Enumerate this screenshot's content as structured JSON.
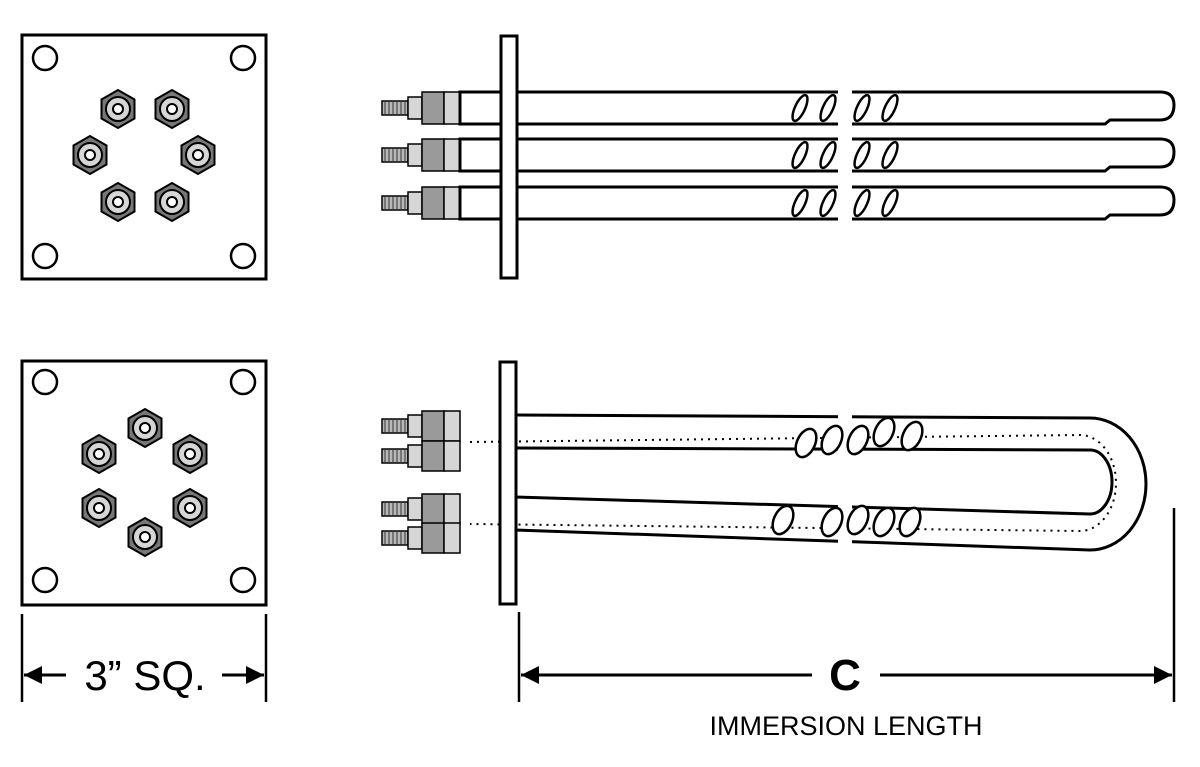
{
  "labels": {
    "flange_size": "3” SQ.",
    "dimension_letter": "C",
    "dimension_caption": "IMMERSION LENGTH"
  },
  "colors": {
    "line": "#000000",
    "fill": "#ffffff",
    "terminal_light": "#d6d6d6",
    "terminal_dark": "#9a9a9a",
    "stud": "#b8b8b8"
  }
}
